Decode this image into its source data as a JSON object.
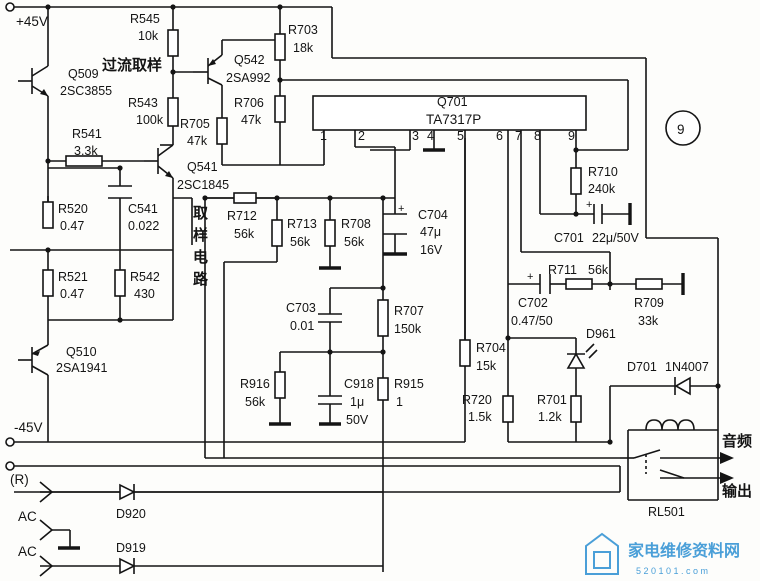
{
  "diagram": {
    "rails": {
      "pos": "+45V",
      "neg": "-45V",
      "r": "(R)",
      "ac1": "AC",
      "ac2": "AC"
    },
    "circle_number": "9",
    "ic": {
      "name": "Q701",
      "part": "TA7317P",
      "pins": [
        "1",
        "2",
        "3",
        "4",
        "5",
        "6",
        "7",
        "8",
        "9"
      ]
    },
    "transistors": [
      {
        "ref": "Q509",
        "part": "2SC3855"
      },
      {
        "ref": "Q542",
        "part": "2SA992"
      },
      {
        "ref": "Q541",
        "part": "2SC1845"
      },
      {
        "ref": "Q510",
        "part": "2SA1941"
      }
    ],
    "resistors": [
      {
        "ref": "R545",
        "value": "10k"
      },
      {
        "ref": "R703",
        "value": "18k"
      },
      {
        "ref": "R543",
        "value": "100k"
      },
      {
        "ref": "R705",
        "value": "47k"
      },
      {
        "ref": "R706",
        "value": "47k"
      },
      {
        "ref": "R541",
        "value": "3.3k"
      },
      {
        "ref": "R520",
        "value": "0.47"
      },
      {
        "ref": "R521",
        "value": "0.47"
      },
      {
        "ref": "R542",
        "value": "430"
      },
      {
        "ref": "R712",
        "value": "56k"
      },
      {
        "ref": "R713",
        "value": "56k"
      },
      {
        "ref": "R708",
        "value": "56k"
      },
      {
        "ref": "R707",
        "value": "150k"
      },
      {
        "ref": "R916",
        "value": "56k"
      },
      {
        "ref": "R915",
        "value": "1"
      },
      {
        "ref": "R704",
        "value": "15k"
      },
      {
        "ref": "R710",
        "value": "240k"
      },
      {
        "ref": "R711",
        "value": "56k"
      },
      {
        "ref": "R709",
        "value": "33k"
      },
      {
        "ref": "R720",
        "value": "1.5k"
      },
      {
        "ref": "R701",
        "value": "1.2k"
      }
    ],
    "capacitors": [
      {
        "ref": "C541",
        "value": "0.022"
      },
      {
        "ref": "C704",
        "value": "47μ",
        "voltage": "16V"
      },
      {
        "ref": "C703",
        "value": "0.01"
      },
      {
        "ref": "C918",
        "value": "1μ",
        "voltage": "50V"
      },
      {
        "ref": "C701",
        "value": "22μ/50V"
      },
      {
        "ref": "C702",
        "value": "0.47/50"
      }
    ],
    "diodes": [
      {
        "ref": "D961"
      },
      {
        "ref": "D701",
        "part": "1N4007"
      },
      {
        "ref": "D920"
      },
      {
        "ref": "D919"
      }
    ],
    "relay": "RL501",
    "labels": {
      "overcurrent_sample": "过流取样",
      "sample_circuit": [
        "取",
        "样",
        "电",
        "路"
      ],
      "audio": "音频",
      "output": "输出"
    },
    "watermark": {
      "cn": "家电维修资料网",
      "url": "5 2 0 1 0 1 . c o m"
    }
  }
}
